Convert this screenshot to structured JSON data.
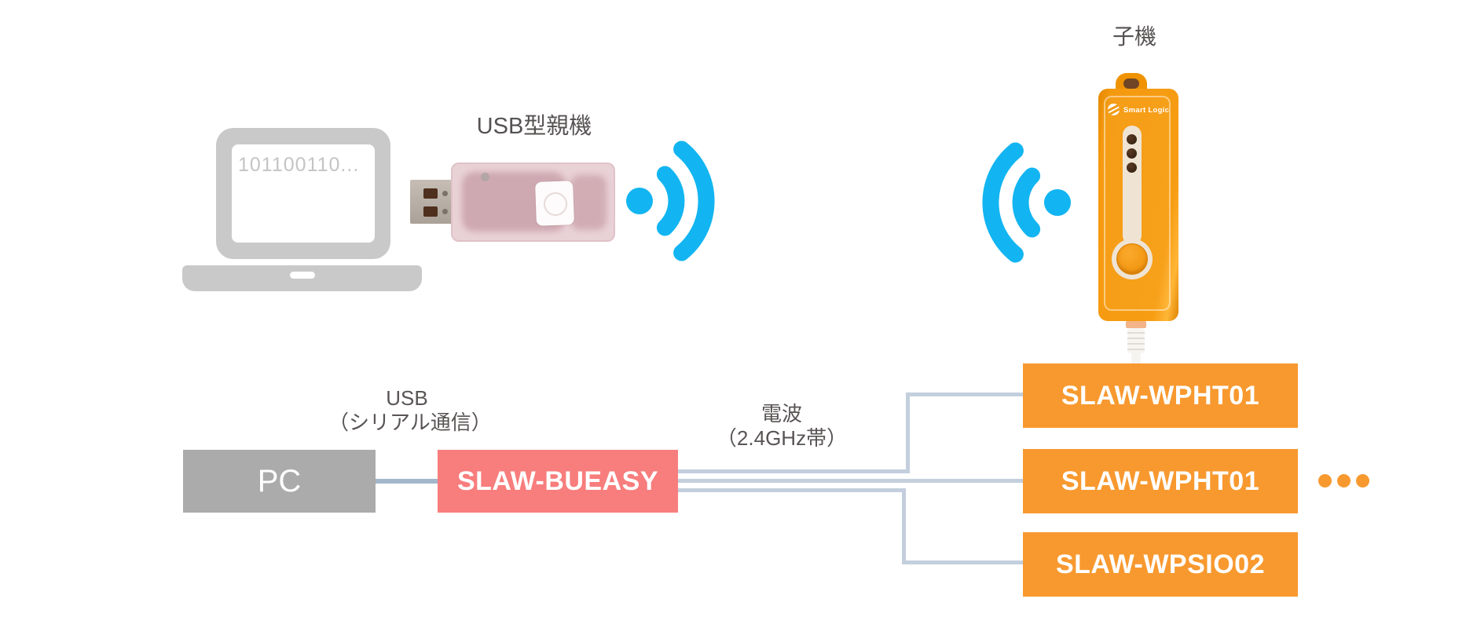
{
  "diagram": {
    "top": {
      "laptop_screen_text": "101100110...",
      "usb_parent_label": "USB型親機",
      "child_device_label": "子機",
      "child_device_logo": "Smart Logic"
    },
    "bottom": {
      "usb_link_label_line1": "USB",
      "usb_link_label_line2": "（シリアル通信）",
      "radio_link_label_line1": "電波",
      "radio_link_label_line2": "（2.4GHz帯）",
      "pc_label": "PC",
      "gateway_label": "SLAW-BUEASY",
      "device_labels": [
        "SLAW-WPHT01",
        "SLAW-WPHT01",
        "SLAW-WPSIO02"
      ]
    },
    "colors": {
      "wifi": "#12b5f1",
      "orange_box": "#f8992f",
      "gateway_pink": "#f87d7d",
      "pc_gray": "#ababab",
      "line_blue": "#c3cfdd",
      "laptop_gray": "#c9c9c9"
    }
  }
}
